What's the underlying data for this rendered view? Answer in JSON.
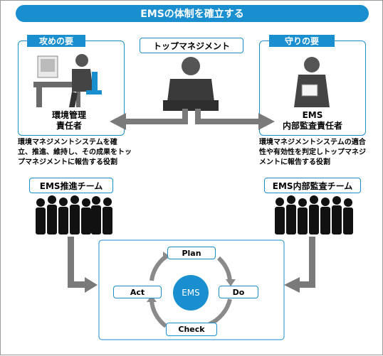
{
  "title": "EMSの体制を確立する",
  "top_management": {
    "label": "トップマネジメント"
  },
  "attack": {
    "header": "攻めの要",
    "role_line1": "環境管理",
    "role_line2": "責任者",
    "desc_line1": "環境マネジメントシステムを確",
    "desc_line2": "立、推進、維持し、その成果をトッ",
    "desc_line3": "プマネジメントに報告する役割"
  },
  "defense": {
    "header": "守りの要",
    "role_line1": "EMS",
    "role_line2": "内部監査責任者",
    "desc_line1": "環境マネジメントシステムの適合",
    "desc_line2": "性や有効性を判定しトップマネジ",
    "desc_line3": "メントに報告する役割"
  },
  "teams": {
    "promotion": "EMS推進チーム",
    "audit": "EMS内部監査チーム"
  },
  "cycle": {
    "center": "EMS",
    "plan": "Plan",
    "do": "Do",
    "check": "Check",
    "act": "Act"
  },
  "colors": {
    "accent": "#1a8fd0",
    "arrow": "#7a7a7a",
    "cycle_arrow": "#8a8a8a"
  }
}
